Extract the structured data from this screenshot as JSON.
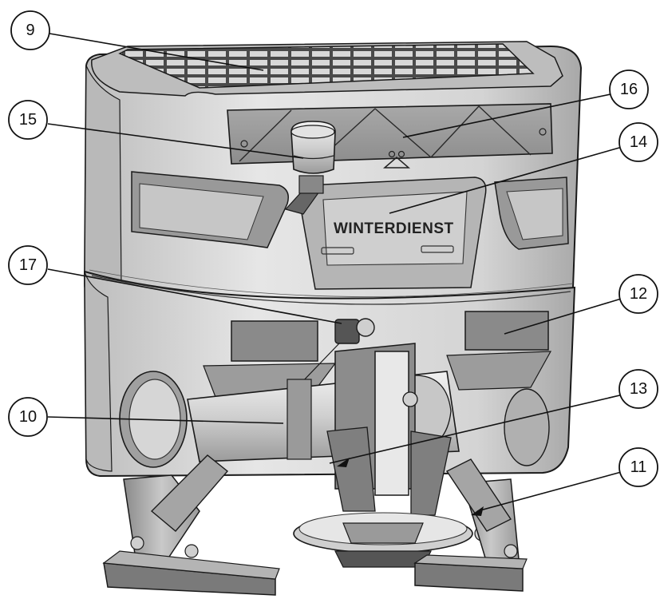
{
  "brand_label": "WINTERDIENST",
  "callouts": [
    {
      "id": "c9",
      "label": "9"
    },
    {
      "id": "c16",
      "label": "16"
    },
    {
      "id": "c15",
      "label": "15"
    },
    {
      "id": "c14",
      "label": "14"
    },
    {
      "id": "c17",
      "label": "17"
    },
    {
      "id": "c12",
      "label": "12"
    },
    {
      "id": "c10",
      "label": "10"
    },
    {
      "id": "c13",
      "label": "13"
    },
    {
      "id": "c11",
      "label": "11"
    }
  ],
  "colors": {
    "body_light": "#e4e4e4",
    "body_mid": "#c9c9c9",
    "body_dark": "#9a9a9a",
    "shadow": "#7a7a7a",
    "outline": "#1a1a1a"
  }
}
